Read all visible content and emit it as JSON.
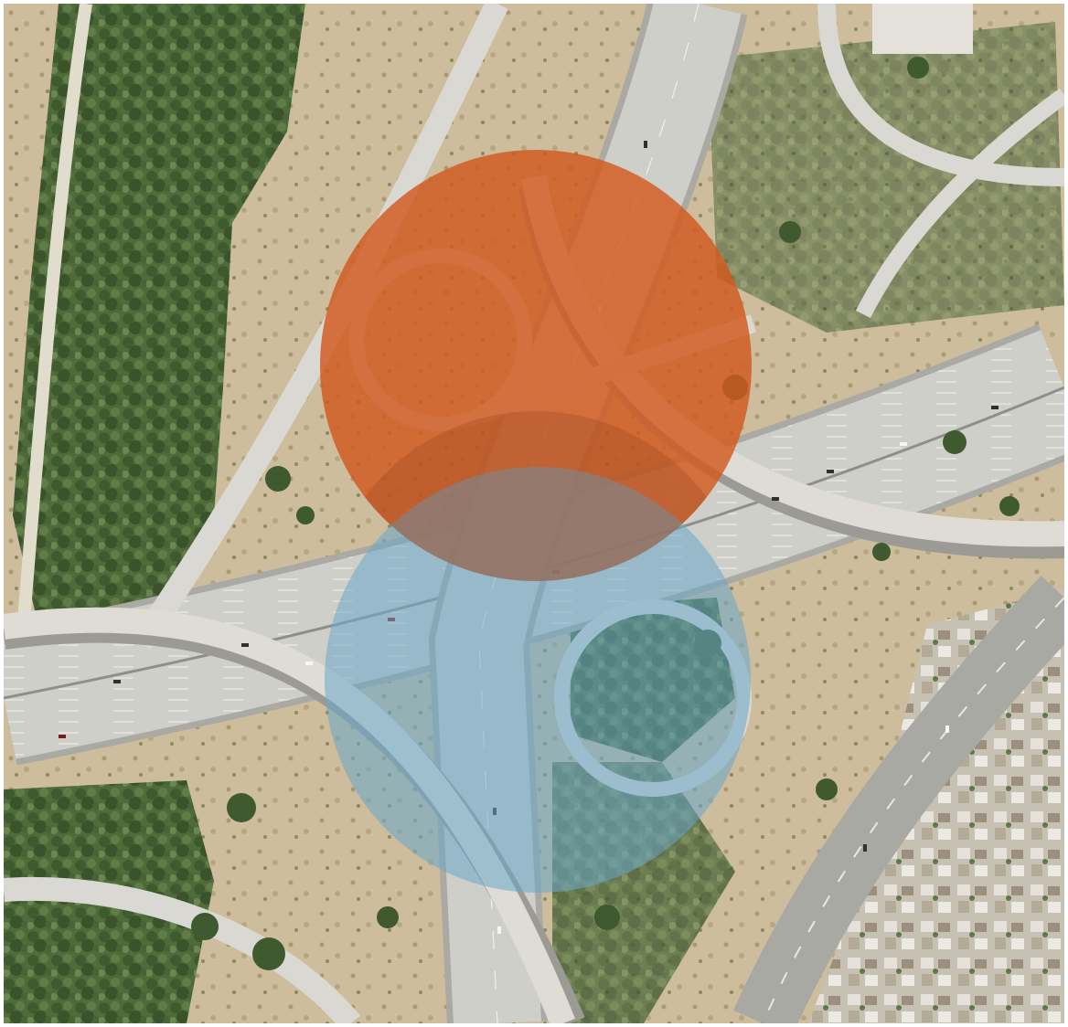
{
  "image": {
    "kind": "aerial photograph of a highway interchange with two translucent circle overlays",
    "colors": {
      "frame": "#ffffff",
      "vegetation_dark": "#3f5a30",
      "vegetation_mid": "#5e7a45",
      "dirt": "#c9b99a",
      "dirt_light": "#ddd2bc",
      "pavement": "#cfcfc9",
      "pavement_dark": "#a9a9a3",
      "ramp": "#d9d8d2",
      "urban": "#bdb8ad",
      "overlay_orange": "#d2591f",
      "overlay_blue": "#6aa8c9"
    },
    "overlays": [
      {
        "name": "orange-circle",
        "color": "#d2591f",
        "opacity": 0.82
      },
      {
        "name": "blue-circle",
        "color": "#6aa8c9",
        "opacity": 0.55
      }
    ]
  }
}
